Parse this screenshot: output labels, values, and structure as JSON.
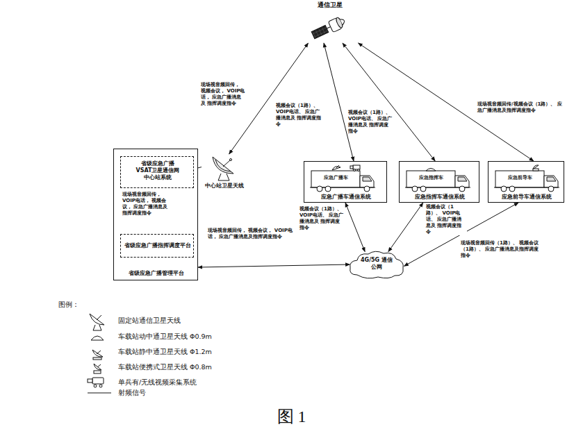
{
  "diagram": {
    "caption": "图 1",
    "nodes": [
      {
        "text": [
          "通信卫星"
        ]
      },
      {
        "text": [
          "省级应急广播管理平台"
        ]
      },
      {
        "text": [
          "省级应急广播 VSAT卫星通信网 中心站系统"
        ],
        "in": 1
      },
      {
        "text": [
          "省级应急广播指挥调度平台"
        ],
        "in": 1
      },
      {
        "text": [
          "中心站卫星天线"
        ]
      },
      {
        "text": [
          "应急广播车",
          "应急广播车通信系统"
        ]
      },
      {
        "text": [
          "应急指挥车",
          "应急指挥车通信系统"
        ]
      },
      {
        "text": [
          "应急前导车",
          "应急前导车通信系统"
        ]
      },
      {
        "text": [
          "4G/5G 通信公网"
        ]
      }
    ],
    "edges": [
      {
        "from": 0,
        "to": 4,
        "arrow": "both",
        "label": "现场视音频回传， 视频会议， VOIP电话， 应急广播消息及 指挥调度指令"
      },
      {
        "from": 0,
        "to": 5,
        "arrow": "both",
        "label": "视频会议（1路）、 VOIP电话、 应急广播消息及 指挥调度指令"
      },
      {
        "from": 0,
        "to": 6,
        "arrow": "both",
        "label": "视频会议（1路）、 VOIP电话、 应急广播消息及 指挥调度指令"
      },
      {
        "from": 0,
        "to": 7,
        "arrow": "both",
        "label": "现场视音频回传/视频会议（1路）、 应急广播消息及指挥调度指令"
      },
      {
        "from": 4,
        "to": 2,
        "arrow": "none"
      },
      {
        "from": 2,
        "to": 3,
        "arrow": "both",
        "label": "现场视音频回传， VOIP电话， 视频会议， 应急广播消息及 指挥调度指令"
      },
      {
        "from": 1,
        "to": 8,
        "arrow": "both",
        "label": "现场视音频回传， 视频会议， VOIP电话， 应急广播消息及指挥调度指令"
      },
      {
        "from": 5,
        "to": 8,
        "arrow": "both",
        "label": "视频会议（1路）、 VOIP电话、 应急广播消息及 指挥调度指令"
      },
      {
        "from": 6,
        "to": 8,
        "arrow": "both",
        "label": "视频会议（1路）、 VOIP电话、 应急广播消息及 指挥调度指令"
      },
      {
        "from": 7,
        "to": 8,
        "arrow": "both",
        "label": "现场视音频回传（1路）、 视频会议（1路）、 应急广播消息及指挥调度指令"
      }
    ],
    "labels": [
      "图例："
    ],
    "legend": [
      {
        "text": "固定站通信卫星天线"
      },
      {
        "text": "车载站动中通卫星天线 Φ0.9m"
      },
      {
        "text": "车载站静中通卫星天线 Φ1.2m"
      },
      {
        "text": "车载站便携式卫星天线 Φ0.8m"
      },
      {
        "text": "单兵有/无线视频采集系统"
      },
      {
        "text": "射频信号"
      }
    ]
  }
}
